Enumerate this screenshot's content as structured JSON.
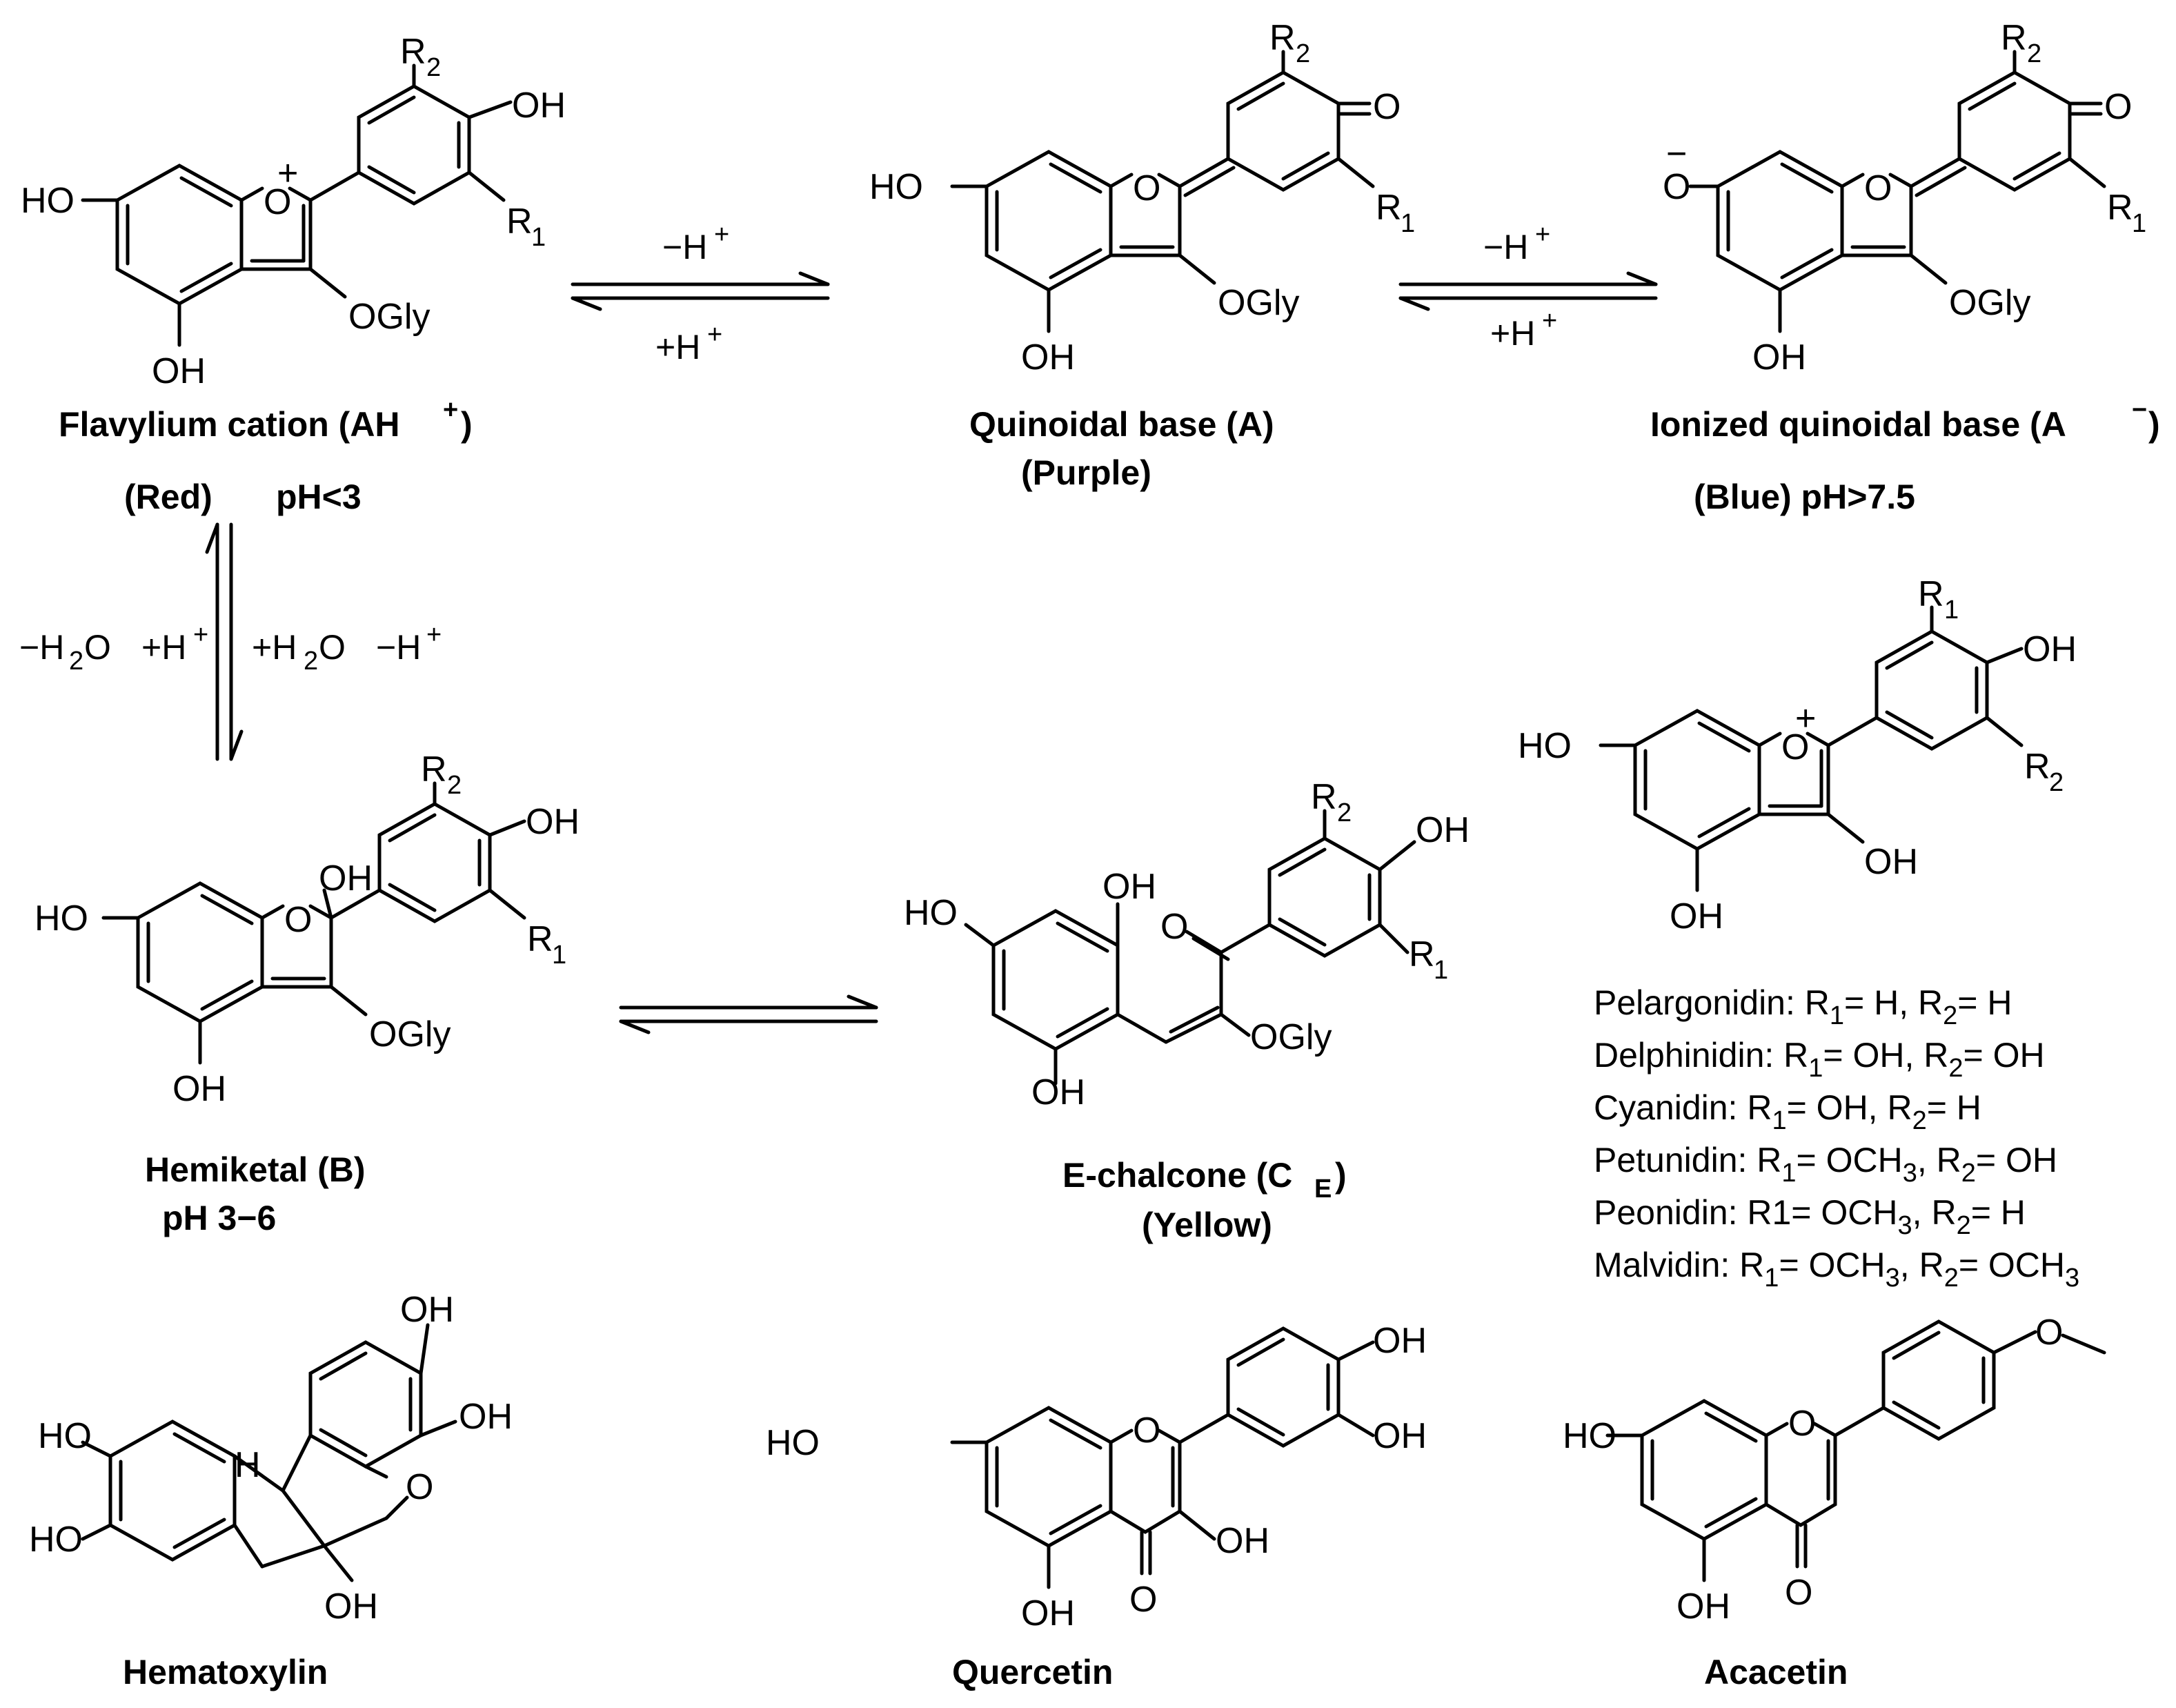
{
  "scheme": {
    "flavylium": {
      "name": "Flavylium cation (AH",
      "name_sup": "+",
      "name_close": ")",
      "color": "(Red)",
      "ph": "pH<3"
    },
    "quinoidal": {
      "name": "Quinoidal base (A)",
      "color": "(Purple)"
    },
    "ionized": {
      "name": "Ionized quinoidal base (A",
      "name_sup": "−",
      "name_close": ")",
      "color_ph": "(Blue) pH>7.5"
    },
    "hemiketal": {
      "name": "Hemiketal (B)",
      "ph": "pH 3−6"
    },
    "chalcone": {
      "name": "E-chalcone (C",
      "name_sub": "E",
      "name_close": ")",
      "color": "(Yellow)"
    },
    "arrows": {
      "minus_h": "−H",
      "plus_h": "+H",
      "h_sup": "+",
      "minus_h2o": "−H",
      "plus_h2o": "+H",
      "h2o_sub": "2",
      "o": "O"
    }
  },
  "atoms": {
    "oh": "OH",
    "ho": "HO",
    "o": "O",
    "plus": "+",
    "minus": "−",
    "ogly": "OGly",
    "r": "R",
    "sub1": "1",
    "sub2": "2",
    "h": "H"
  },
  "aglycones": {
    "entries": [
      {
        "name": "Pelargonidin: R",
        "a": "= H, R",
        "b": "= H"
      },
      {
        "name": "Delphinidin: R",
        "a": "= OH, R",
        "b": "= OH"
      },
      {
        "name": "Cyanidin: R",
        "a": "= OH, R",
        "b": "= H"
      },
      {
        "name": "Petunidin: R",
        "a": "= OCH",
        "a2": ", R",
        "b": "= OH"
      },
      {
        "name": "Peonidin: R1= OCH",
        "a2": ", R",
        "b": "= H"
      },
      {
        "name": "Malvidin: R",
        "a": "= OCH",
        "a2": ", R",
        "b": "= OCH"
      }
    ],
    "sub3": "3"
  },
  "others": {
    "hematoxylin": "Hematoxylin",
    "quercetin": "Quercetin",
    "acacetin": "Acacetin"
  }
}
